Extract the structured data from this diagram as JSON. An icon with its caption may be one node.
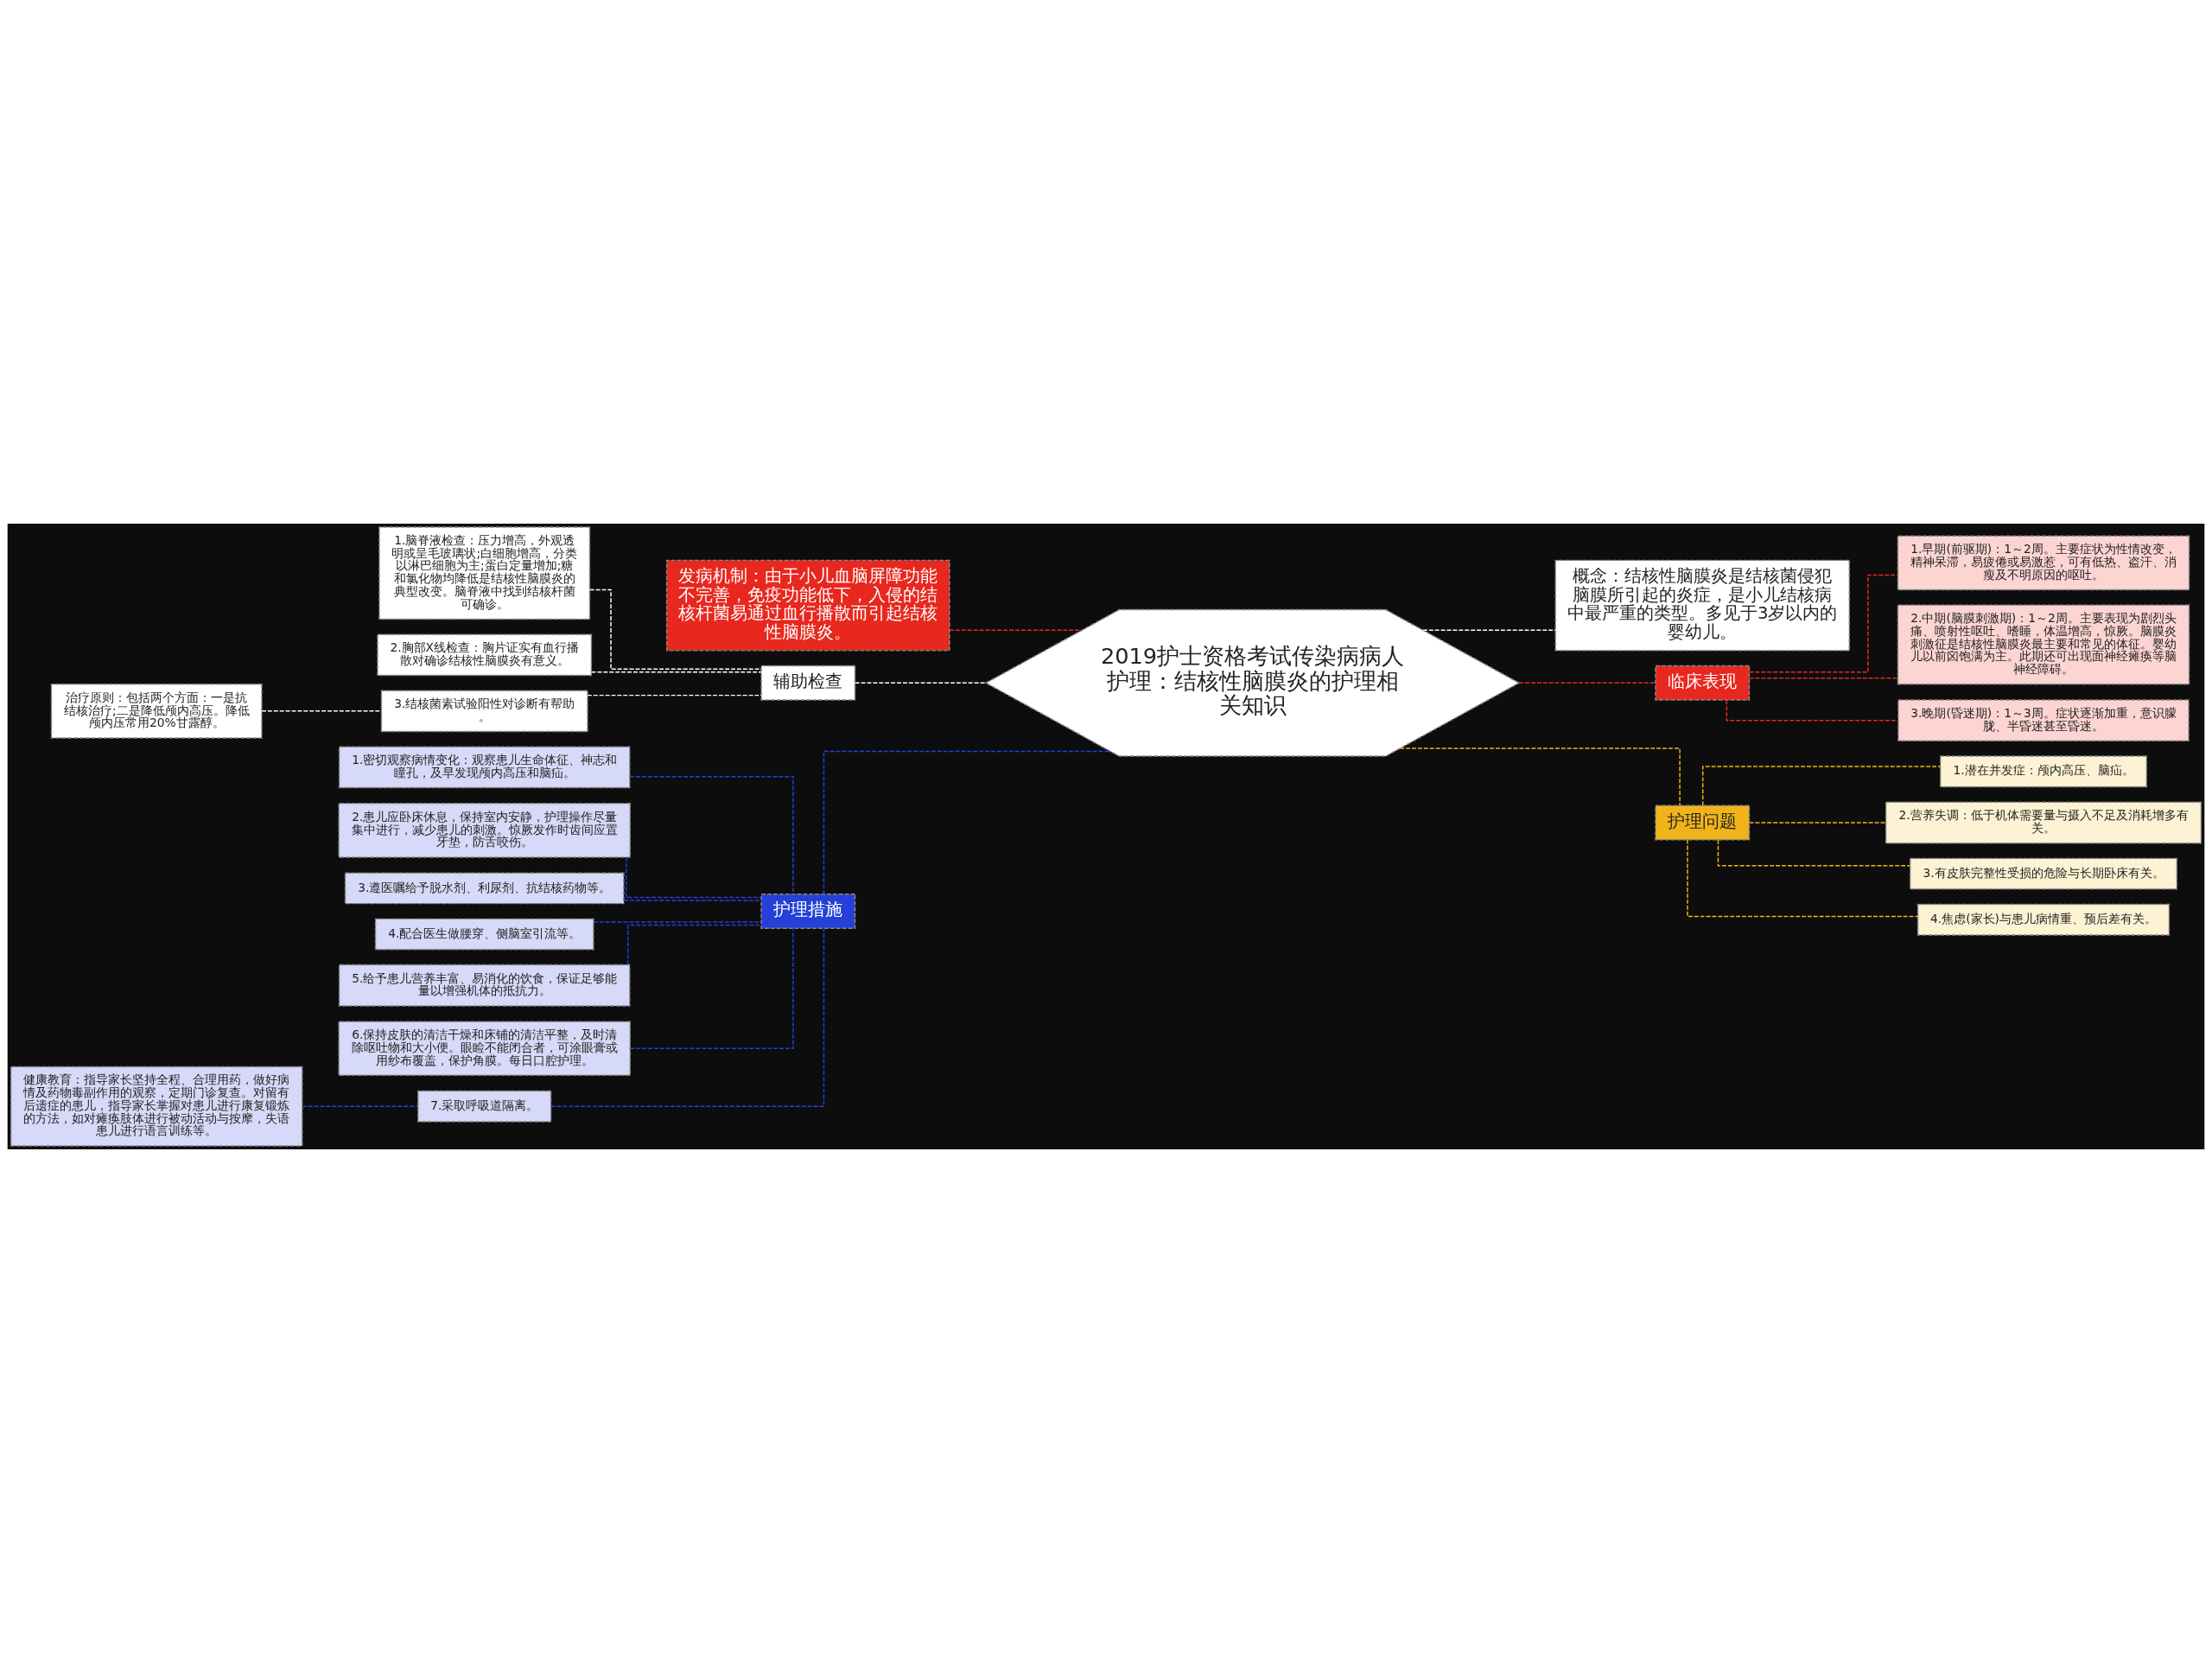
{
  "diagram": {
    "nodes": [
      {
        "text": [
          "2019护士资格考试传染病病人护理：结核性脑膜炎的护理相关知识"
        ]
      },
      {
        "text": [
          "发病机制：由于小儿血脑屏障功能不完善，免疫功能低下，入侵的结核杆菌易通过血行播散而引起结核性脑膜炎。"
        ]
      },
      {
        "text": [
          "辅助检查"
        ]
      },
      {
        "text": [
          "1.脑脊液检查：压力增高，外观透明或呈毛玻璃状;白细胞增高，分类以淋巴细胞为主;蛋白定量增加;糖和氯化物均降低是结核性脑膜炎的典型改变。脑脊液中找到结核杆菌可确诊。"
        ]
      },
      {
        "text": [
          "2.胸部X线检查：胸片证实有血行播散对确诊结核性脑膜炎有意义。"
        ]
      },
      {
        "text": [
          "3.结核菌素试验阳性对诊断有帮助。"
        ]
      },
      {
        "text": [
          "治疗原则：包括两个方面：一是抗结核治疗;二是降低颅内高压。降低颅内压常用20%甘露醇。"
        ]
      },
      {
        "text": [
          "护理措施"
        ]
      },
      {
        "text": [
          "1.密切观察病情变化：观察患儿生命体征、神志和瞳孔，及早发现颅内高压和脑疝。"
        ]
      },
      {
        "text": [
          "2.患儿应卧床休息，保持室内安静，护理操作尽量集中进行，减少患儿的刺激。惊厥发作时齿间应置牙垫，防舌咬伤。"
        ]
      },
      {
        "text": [
          "3.遵医嘱给予脱水剂、利尿剂、抗结核药物等。"
        ]
      },
      {
        "text": [
          "4.配合医生做腰穿、侧脑室引流等。"
        ]
      },
      {
        "text": [
          "5.给予患儿营养丰富、易消化的饮食，保证足够能量以增强机体的抵抗力。"
        ]
      },
      {
        "text": [
          "6.保持皮肤的清洁干燥和床铺的清洁平整，及时清除呕吐物和大小便。眼睑不能闭合者，可涂眼膏或用纱布覆盖，保护角膜。每日口腔护理。"
        ]
      },
      {
        "text": [
          "7.采取呼吸道隔离。"
        ]
      },
      {
        "text": [
          "健康教育：指导家长坚持全程、合理用药，做好病情及药物毒副作用的观察，定期门诊复查。对留有后遗症的患儿，指导家长掌握对患儿进行康复锻炼的方法，如对瘫痪肢体进行被动活动与按摩，失语患儿进行语言训练等。"
        ]
      },
      {
        "text": [
          "概念：结核性脑膜炎是结核菌侵犯脑膜所引起的炎症，是小儿结核病中最严重的类型。多见于3岁以内的婴幼儿。"
        ]
      },
      {
        "text": [
          "临床表现"
        ]
      },
      {
        "text": [
          "1.早期(前驱期)：1～2周。主要症状为性情改变，精神呆滞，易疲倦或易激惹，可有低热、盗汗、消瘦及不明原因的呕吐。"
        ]
      },
      {
        "text": [
          "2.中期(脑膜刺激期)：1～2周。主要表现为剧烈头痛、喷射性呕吐、嗜睡，体温增高，惊厥。脑膜炎刺激征是结核性脑膜炎最主要和常见的体征。婴幼儿以前囟饱满为主。此期还可出现面神经瘫痪等脑神经障碍。"
        ]
      },
      {
        "text": [
          "3.晚期(昏迷期)：1～3周。症状逐渐加重，意识朦胧、半昏迷甚至昏迷。"
        ]
      },
      {
        "text": [
          "护理问题"
        ]
      },
      {
        "text": [
          "1.潜在并发症：颅内高压、脑疝。"
        ]
      },
      {
        "text": [
          "2.营养失调：低于机体需要量与摄入不足及消耗增多有关。"
        ]
      },
      {
        "text": [
          "3.有皮肤完整性受损的危险与长期卧床有关。"
        ]
      },
      {
        "text": [
          "4.焦虑(家长)与患儿病情重、预后差有关。"
        ]
      }
    ],
    "edges": [
      {
        "from": 0,
        "to": 1,
        "arrow": "none",
        "style": "dashed",
        "color": "#e8281e"
      },
      {
        "from": 0,
        "to": 2,
        "arrow": "none",
        "style": "dashed",
        "color": "#ffffff"
      },
      {
        "from": 2,
        "to": 3,
        "arrow": "none",
        "style": "dashed",
        "color": "#ffffff"
      },
      {
        "from": 2,
        "to": 4,
        "arrow": "none",
        "style": "dashed",
        "color": "#ffffff"
      },
      {
        "from": 2,
        "to": 5,
        "arrow": "none",
        "style": "dashed",
        "color": "#ffffff"
      },
      {
        "from": 5,
        "to": 6,
        "arrow": "none",
        "style": "dashed",
        "color": "#ffffff"
      },
      {
        "from": 0,
        "to": 7,
        "arrow": "none",
        "style": "dashed",
        "color": "#2440d8"
      },
      {
        "from": 7,
        "to": 8,
        "arrow": "none",
        "style": "dashed",
        "color": "#2440d8"
      },
      {
        "from": 7,
        "to": 9,
        "arrow": "none",
        "style": "dashed",
        "color": "#2440d8"
      },
      {
        "from": 7,
        "to": 10,
        "arrow": "none",
        "style": "dashed",
        "color": "#2440d8"
      },
      {
        "from": 7,
        "to": 11,
        "arrow": "none",
        "style": "dashed",
        "color": "#2440d8"
      },
      {
        "from": 7,
        "to": 12,
        "arrow": "none",
        "style": "dashed",
        "color": "#2440d8"
      },
      {
        "from": 7,
        "to": 13,
        "arrow": "none",
        "style": "dashed",
        "color": "#2440d8"
      },
      {
        "from": 7,
        "to": 14,
        "arrow": "none",
        "style": "dashed",
        "color": "#2440d8"
      },
      {
        "from": 14,
        "to": 15,
        "arrow": "none",
        "style": "dashed",
        "color": "#2440d8"
      },
      {
        "from": 0,
        "to": 16,
        "arrow": "none",
        "style": "dashed",
        "color": "#ffffff"
      },
      {
        "from": 0,
        "to": 17,
        "arrow": "none",
        "style": "dashed",
        "color": "#e8281e"
      },
      {
        "from": 17,
        "to": 18,
        "arrow": "none",
        "style": "dashed",
        "color": "#e8281e"
      },
      {
        "from": 17,
        "to": 19,
        "arrow": "none",
        "style": "dashed",
        "color": "#e8281e"
      },
      {
        "from": 17,
        "to": 20,
        "arrow": "none",
        "style": "dashed",
        "color": "#e8281e"
      },
      {
        "from": 0,
        "to": 21,
        "arrow": "none",
        "style": "dashed",
        "color": "#f0b41a"
      },
      {
        "from": 21,
        "to": 22,
        "arrow": "none",
        "style": "dashed",
        "color": "#f0b41a"
      },
      {
        "from": 21,
        "to": 23,
        "arrow": "none",
        "style": "dashed",
        "color": "#f0b41a"
      },
      {
        "from": 21,
        "to": 24,
        "arrow": "none",
        "style": "dashed",
        "color": "#f0b41a"
      },
      {
        "from": 21,
        "to": 25,
        "arrow": "none",
        "style": "dashed",
        "color": "#f0b41a"
      }
    ]
  }
}
